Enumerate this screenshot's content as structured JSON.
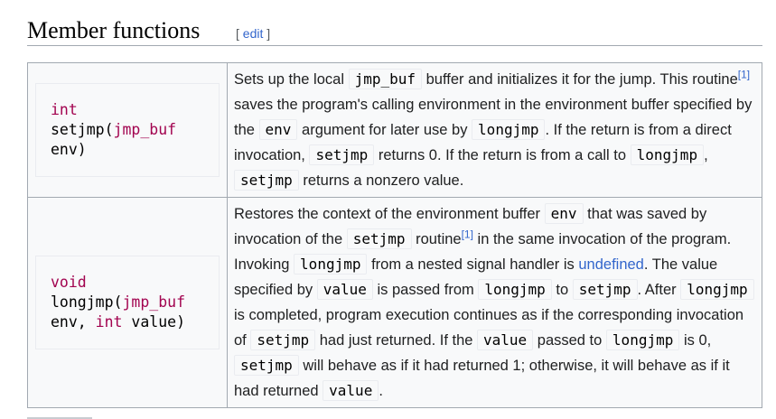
{
  "section": {
    "title": "Member functions",
    "edit_open": "[",
    "edit_label": "edit",
    "edit_close": "]"
  },
  "rows": [
    {
      "sig": {
        "type": "int",
        "name": "setjmp(",
        "param_type": "jmp_buf",
        "param_name": "env)"
      },
      "desc": {
        "t1": "Sets up the local ",
        "c1": "jmp_buf",
        "t2": " buffer and initializes it for the jump. This routine",
        "ref": "[1]",
        "t3": " saves the program's calling environment in the environment buffer specified by the ",
        "c2": "env",
        "t4": " argument for later use by ",
        "c3": "longjmp",
        "t5": ". If the return is from a direct invocation, ",
        "c4": "setjmp",
        "t6": " returns 0. If the return is from a call to ",
        "c5": "longjmp",
        "t7": ", ",
        "c6": "setjmp",
        "t8": " returns a nonzero value."
      }
    },
    {
      "sig": {
        "type": "void",
        "name": "longjmp(",
        "param_type": "jmp_buf",
        "param_mid": "env, ",
        "param2_type": "int",
        "param2_name": " value)"
      },
      "desc": {
        "t1": "Restores the context of the environment buffer ",
        "c1": "env",
        "t2": " that was saved by invocation of the ",
        "c2": "setjmp",
        "t3": " routine",
        "ref": "[1]",
        "t4": " in the same invocation of the program. Invoking ",
        "c3": "longjmp",
        "t5": " from a nested signal handler is ",
        "link": "undefined",
        "t6": ". The value specified by ",
        "c4": "value",
        "t7": " is passed from ",
        "c5": "longjmp",
        "t8": " to ",
        "c6": "setjmp",
        "t9": ". After ",
        "c7": "longjmp",
        "t10": " is completed, program execution continues as if the corresponding invocation of ",
        "c8": "setjmp",
        "t11": " had just returned. If the ",
        "c9": "value",
        "t12": " passed to ",
        "c10": "longjmp",
        "t13": " is 0, ",
        "c11": "setjmp",
        "t14": " will behave as if it had returned 1; otherwise, it will behave as if it had returned ",
        "c12": "value",
        "t15": "."
      }
    }
  ],
  "colors": {
    "keyword": "#a2034f",
    "link": "#3366cc",
    "border": "#a2a9b1"
  }
}
